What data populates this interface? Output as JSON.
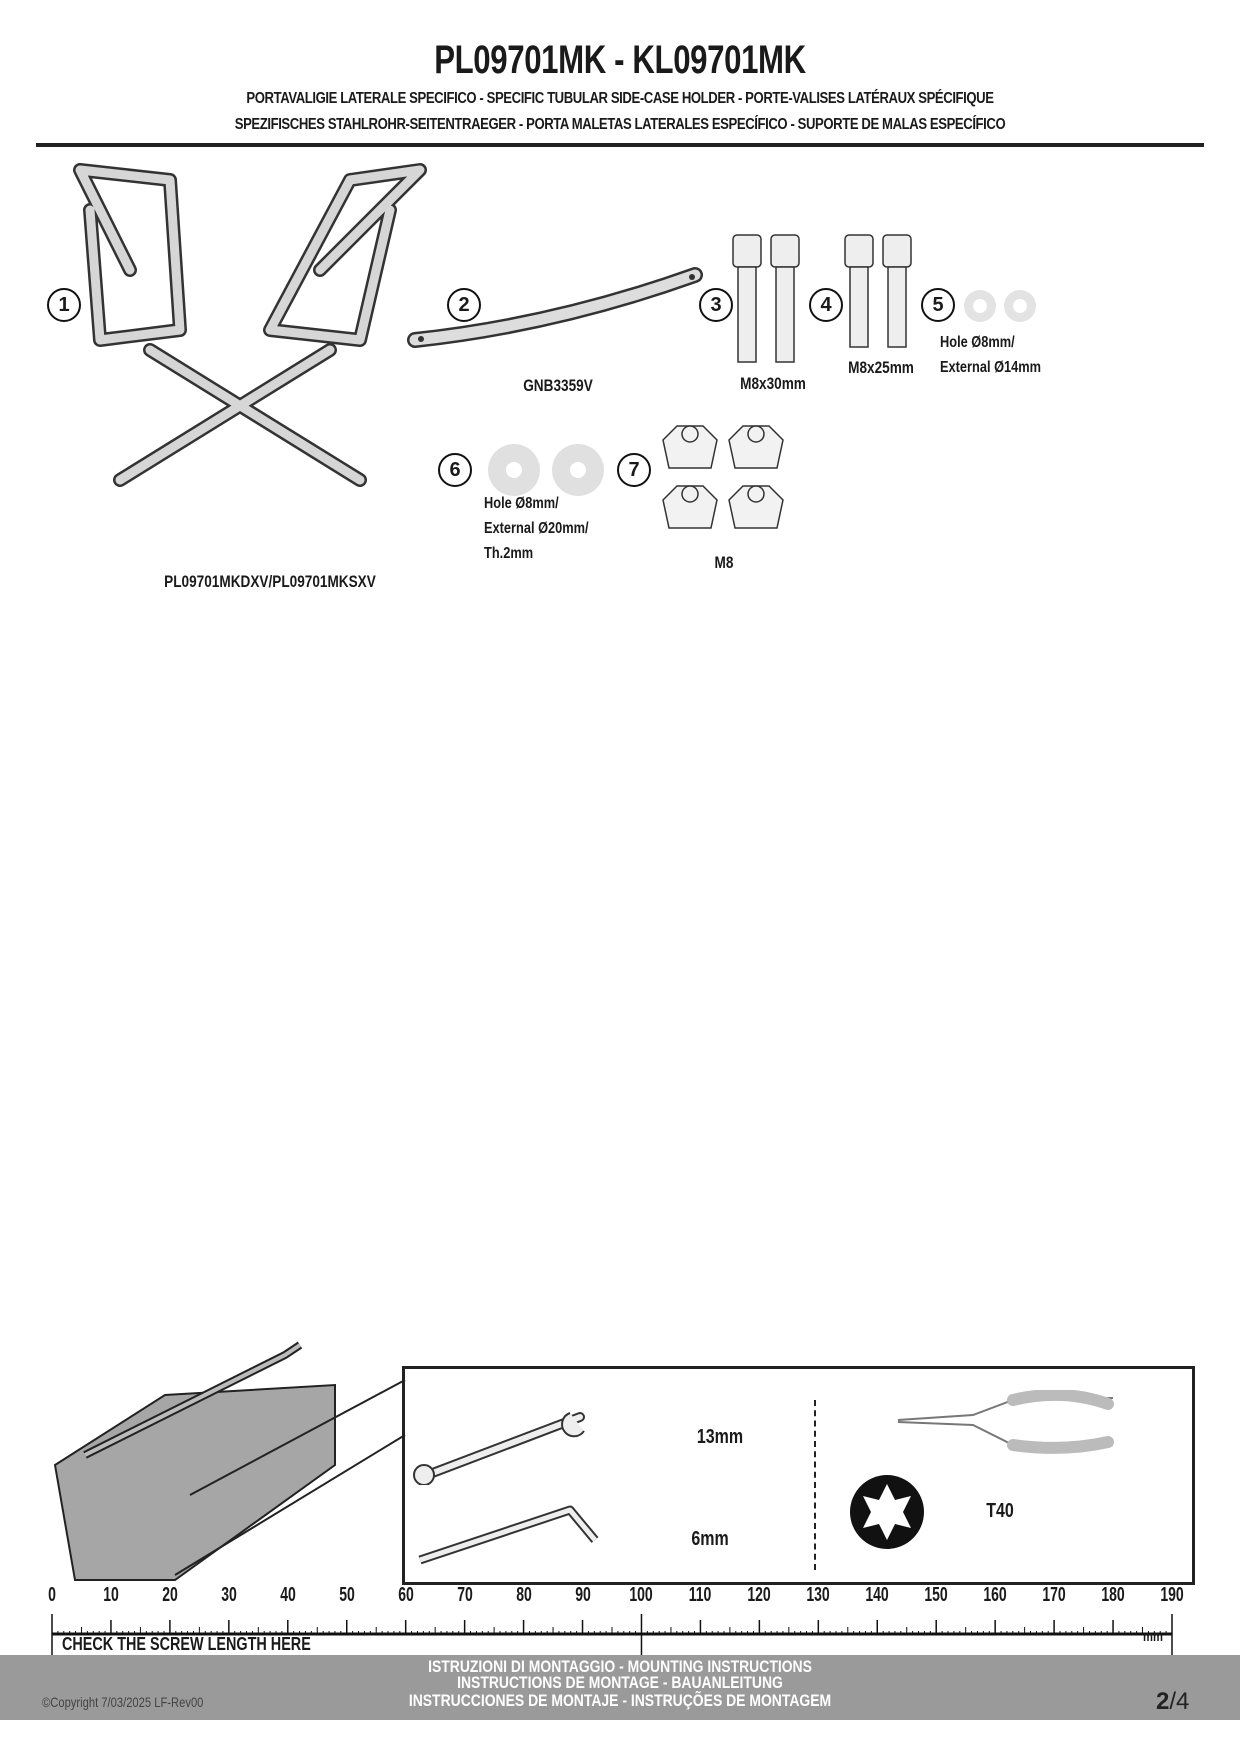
{
  "header": {
    "title": "PL09701MK - KL09701MK",
    "subtitle_line1": "PORTAVALIGIE LATERALE SPECIFICO  -  SPECIFIC TUBULAR SIDE-CASE HOLDER  - PORTE-VALISES LATÉRAUX SPÉCIFIQUE",
    "subtitle_line2": "SPEZIFISCHES STAHLROHR-SEITENTRAEGER - PORTA MALETAS LATERALES ESPECÍFICO - SUPORTE DE MALAS ESPECÍFICO"
  },
  "parts": [
    {
      "number": "1",
      "label": "PL09701MKDXV/PL09701MKSXV"
    },
    {
      "number": "2",
      "label": "GNB3359V"
    },
    {
      "number": "3",
      "label": "M8x30mm"
    },
    {
      "number": "4",
      "label": "M8x25mm"
    },
    {
      "number": "5",
      "label_line1": "Hole Ø8mm/",
      "label_line2": "External Ø14mm"
    },
    {
      "number": "6",
      "label_line1": "Hole Ø8mm/",
      "label_line2": "External Ø20mm/",
      "label_line3": "Th.2mm"
    },
    {
      "number": "7",
      "label": "M8"
    }
  ],
  "tools": {
    "wrench": "13mm",
    "hex_key": "6mm",
    "torx": "T40"
  },
  "ruler": {
    "labels": [
      "0",
      "10",
      "20",
      "30",
      "40",
      "50",
      "60",
      "70",
      "80",
      "90",
      "100",
      "110",
      "120",
      "130",
      "140",
      "150",
      "160",
      "170",
      "180",
      "190"
    ],
    "unit": "mm",
    "caption": "CHECK THE SCREW LENGTH HERE"
  },
  "footer": {
    "line1": "ISTRUZIONI DI MONTAGGIO  -  MOUNTING INSTRUCTIONS",
    "line2": "INSTRUCTIONS DE MONTAGE - BAUANLEITUNG",
    "line3": "INSTRUCCIONES DE MONTAJE - INSTRUÇÕES DE MONTAGEM",
    "copyright": "©Copyright 7/03/2025 LF-Rev00",
    "page_current": "2",
    "page_total": "/4"
  }
}
